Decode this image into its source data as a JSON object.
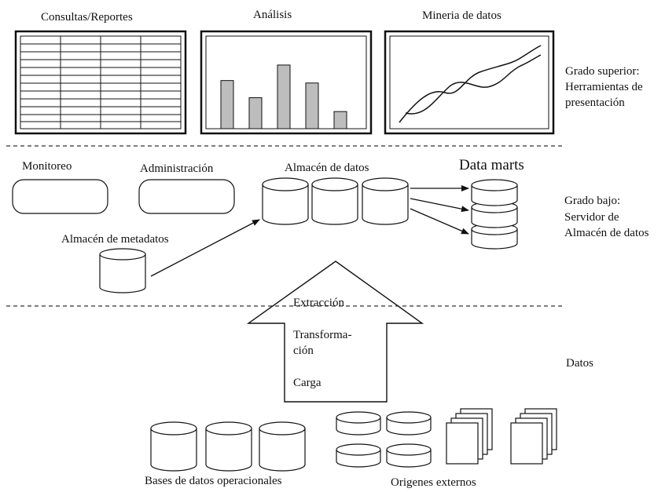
{
  "top_labels": {
    "consultas": "Consultas/Reportes",
    "analisis": "Análisis",
    "mineria": "Mineria de datos"
  },
  "middle_labels": {
    "monitoreo": "Monitoreo",
    "administracion": "Administración",
    "almacen": "Almacén de datos",
    "data_marts": "Data marts",
    "metadatos": "Almacén de metadatos"
  },
  "etl": {
    "extraccion": "Extracción",
    "transforma_1": "Transforma-",
    "transforma_2": "ción",
    "carga": "Carga"
  },
  "bottom_labels": {
    "bases": "Bases de datos operacionales",
    "origenes": "Origenes externos"
  },
  "tiers": {
    "superior_1": "Grado superior:",
    "superior_2": "Herramientas de",
    "superior_3": "presentación",
    "bajo_1": "Grado bajo:",
    "bajo_2": "Servidor de",
    "bajo_3": "Almacén de datos",
    "datos": "Datos"
  },
  "chart_data": {
    "type": "bar",
    "categories": [
      "",
      "",
      "",
      "",
      ""
    ],
    "values": [
      5.9,
      3.8,
      7.8,
      5.6,
      2.1
    ],
    "ylim": [
      0,
      10
    ]
  },
  "colors": {
    "bar_fill": "#bdbdbd",
    "stroke": "#111111",
    "dash": "#333333"
  }
}
